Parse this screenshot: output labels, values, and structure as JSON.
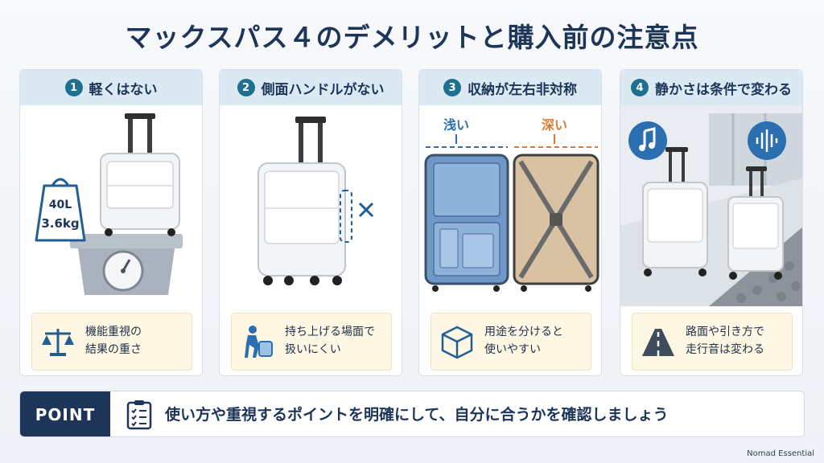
{
  "title": "マックスパス４のデメリットと購入前の注意点",
  "cards": [
    {
      "number": "1",
      "title": "軽くはない",
      "weight_tag": {
        "line1": "40L",
        "line2": "3.6kg"
      },
      "note": "機能重視の\n結果の重さ",
      "note_icon": "balance-scale-icon"
    },
    {
      "number": "2",
      "title": "側面ハンドルがない",
      "note": "持ち上げる場面で\n扱いにくい",
      "note_icon": "person-lifting-icon"
    },
    {
      "number": "3",
      "title": "収納が左右非対称",
      "label_left": "浅い",
      "label_right": "深い",
      "note": "用途を分けると\n使いやすい",
      "note_icon": "box-icon"
    },
    {
      "number": "4",
      "title": "静かさは条件で変わる",
      "note": "路面や引き方で\n走行音は変わる",
      "note_icon": "road-icon"
    }
  ],
  "point": {
    "label": "POINT",
    "text": "使い方や重視するポイントを明確にして、自分に合うかを確認しましょう"
  },
  "brand": "Nomad Essential",
  "colors": {
    "navy": "#1d3559",
    "badge": "#1f6f8f",
    "header_bg": "#dbe9f3",
    "note_bg": "#fdf7e3",
    "shallow": "#2c6fb0",
    "deep": "#e07a2e"
  }
}
